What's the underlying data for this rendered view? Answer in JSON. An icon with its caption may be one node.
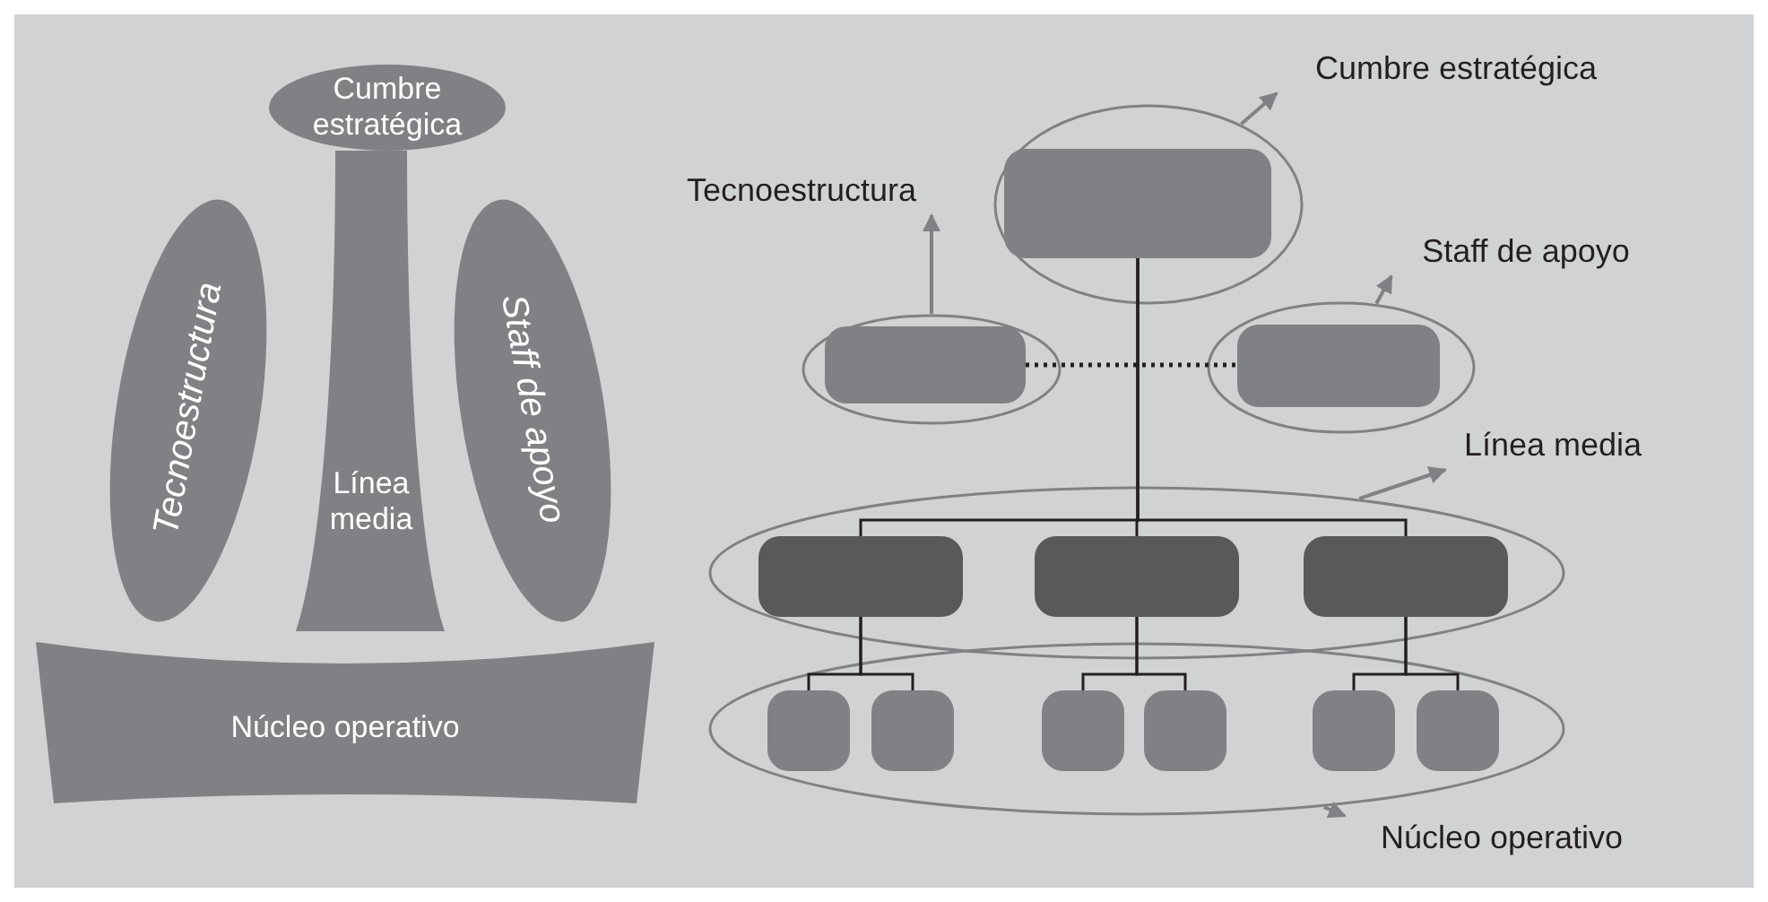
{
  "diagram": {
    "nodes": [
      {
        "text": [
          "Cumbre estratégica"
        ]
      },
      {
        "text": [
          "Tecnoestructura"
        ]
      },
      {
        "text": [
          "Línea media"
        ]
      },
      {
        "text": [
          "Staff de apoyo"
        ]
      },
      {
        "text": [
          "Núcleo operativo"
        ]
      },
      {
        "text": [],
        "shape": "ellipse"
      },
      {
        "text": [],
        "shape": "box",
        "in": 5
      },
      {
        "text": [],
        "shape": "ellipse"
      },
      {
        "text": [],
        "shape": "box",
        "in": 7
      },
      {
        "text": [],
        "shape": "ellipse"
      },
      {
        "text": [],
        "shape": "box",
        "in": 9
      },
      {
        "text": [],
        "shape": "ellipse"
      },
      {
        "text": [],
        "shape": "box",
        "in": 11
      },
      {
        "text": [],
        "shape": "box",
        "in": 11
      },
      {
        "text": [],
        "shape": "box",
        "in": 11
      },
      {
        "text": [],
        "shape": "ellipse"
      },
      {
        "text": [],
        "shape": "box",
        "in": 15
      },
      {
        "text": [],
        "shape": "box",
        "in": 15
      },
      {
        "text": [],
        "shape": "box",
        "in": 15
      },
      {
        "text": [],
        "shape": "box",
        "in": 15
      },
      {
        "text": [],
        "shape": "box",
        "in": 15
      },
      {
        "text": [],
        "shape": "box",
        "in": 15
      },
      {
        "text": [
          "Cumbre estratégica"
        ]
      },
      {
        "text": [
          "Tecnoestructura"
        ]
      },
      {
        "text": [
          "Staff de apoyo"
        ]
      },
      {
        "text": [
          "Línea media"
        ]
      },
      {
        "text": [
          "Núcleo operativo"
        ]
      }
    ],
    "edges": [
      {
        "from": 5,
        "to": 22,
        "arrow": "to",
        "color": "#808184"
      },
      {
        "from": 7,
        "to": 23,
        "arrow": "to",
        "color": "#808184"
      },
      {
        "from": 9,
        "to": 24,
        "arrow": "to",
        "color": "#808184"
      },
      {
        "from": 11,
        "to": 25,
        "arrow": "to",
        "color": "#808184"
      },
      {
        "from": 15,
        "to": 26,
        "arrow": "to",
        "color": "#808184"
      },
      {
        "from": 8,
        "to": 10,
        "arrow": "none",
        "style": "dashed"
      },
      {
        "from": 6,
        "to": 12,
        "arrow": "none"
      },
      {
        "from": 6,
        "to": 13,
        "arrow": "none"
      },
      {
        "from": 6,
        "to": 14,
        "arrow": "none"
      },
      {
        "from": 12,
        "to": 16,
        "arrow": "none"
      },
      {
        "from": 12,
        "to": 17,
        "arrow": "none"
      },
      {
        "from": 13,
        "to": 18,
        "arrow": "none"
      },
      {
        "from": 13,
        "to": 19,
        "arrow": "none"
      },
      {
        "from": 14,
        "to": 20,
        "arrow": "none"
      },
      {
        "from": 14,
        "to": 21,
        "arrow": "none"
      }
    ]
  }
}
